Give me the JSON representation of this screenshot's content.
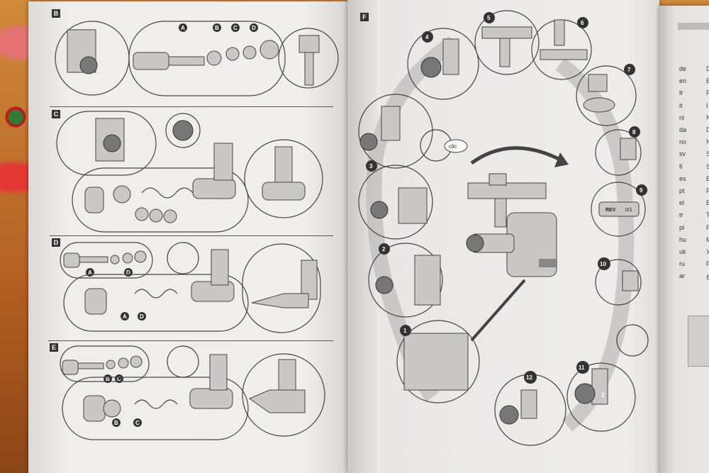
{
  "sections": {
    "B": "B",
    "C": "C",
    "D": "D",
    "E": "E",
    "F": "F"
  },
  "part_letters": {
    "B_row": [
      "A",
      "B",
      "C",
      "D"
    ],
    "D_top": [
      "A",
      "D"
    ],
    "D_bottom": [
      "A",
      "D"
    ],
    "E_top": [
      "B",
      "C"
    ],
    "E_bottom": [
      "B",
      "C"
    ]
  },
  "steps": [
    "1",
    "2",
    "3",
    "4",
    "5",
    "6",
    "7",
    "8",
    "9",
    "10",
    "11",
    "12"
  ],
  "callouts": {
    "click": "clic",
    "rev": "REV",
    "switch": "0/1",
    "dial": "2"
  },
  "languages": [
    "de",
    "en",
    "fr",
    "it",
    "nl",
    "da",
    "no",
    "sv",
    "fi",
    "es",
    "pt",
    "el",
    "tr",
    "pl",
    "hu",
    "uk",
    "ru",
    "ar"
  ],
  "language_initials": [
    "D",
    "E",
    "F",
    "I",
    "N",
    "D",
    "N",
    "S",
    "S",
    "E",
    "P",
    "Ε",
    "T",
    "P",
    "M",
    "У",
    "Р",
    "ع"
  ],
  "colors": {
    "page": "#ecebe8",
    "ink": "#444444",
    "badge": "#333333",
    "tablecloth": "#c8762f"
  }
}
